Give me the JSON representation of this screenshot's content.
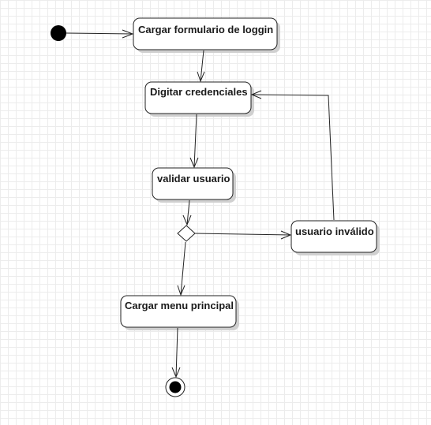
{
  "diagram": {
    "type": "uml-activity",
    "nodes": {
      "cargar_formulario": "Cargar formulario de loggin",
      "digitar_credenciales": "Digitar credenciales",
      "validar_usuario": "validar usuario",
      "usuario_invalido": "usuario inválido",
      "cargar_menu": "Cargar menu principal"
    },
    "edges": [
      {
        "from": "start",
        "to": "cargar_formulario"
      },
      {
        "from": "cargar_formulario",
        "to": "digitar_credenciales"
      },
      {
        "from": "digitar_credenciales",
        "to": "validar_usuario"
      },
      {
        "from": "validar_usuario",
        "to": "decision"
      },
      {
        "from": "decision",
        "to": "usuario_invalido"
      },
      {
        "from": "decision",
        "to": "cargar_menu"
      },
      {
        "from": "usuario_invalido",
        "to": "digitar_credenciales"
      },
      {
        "from": "cargar_menu",
        "to": "end"
      }
    ]
  }
}
